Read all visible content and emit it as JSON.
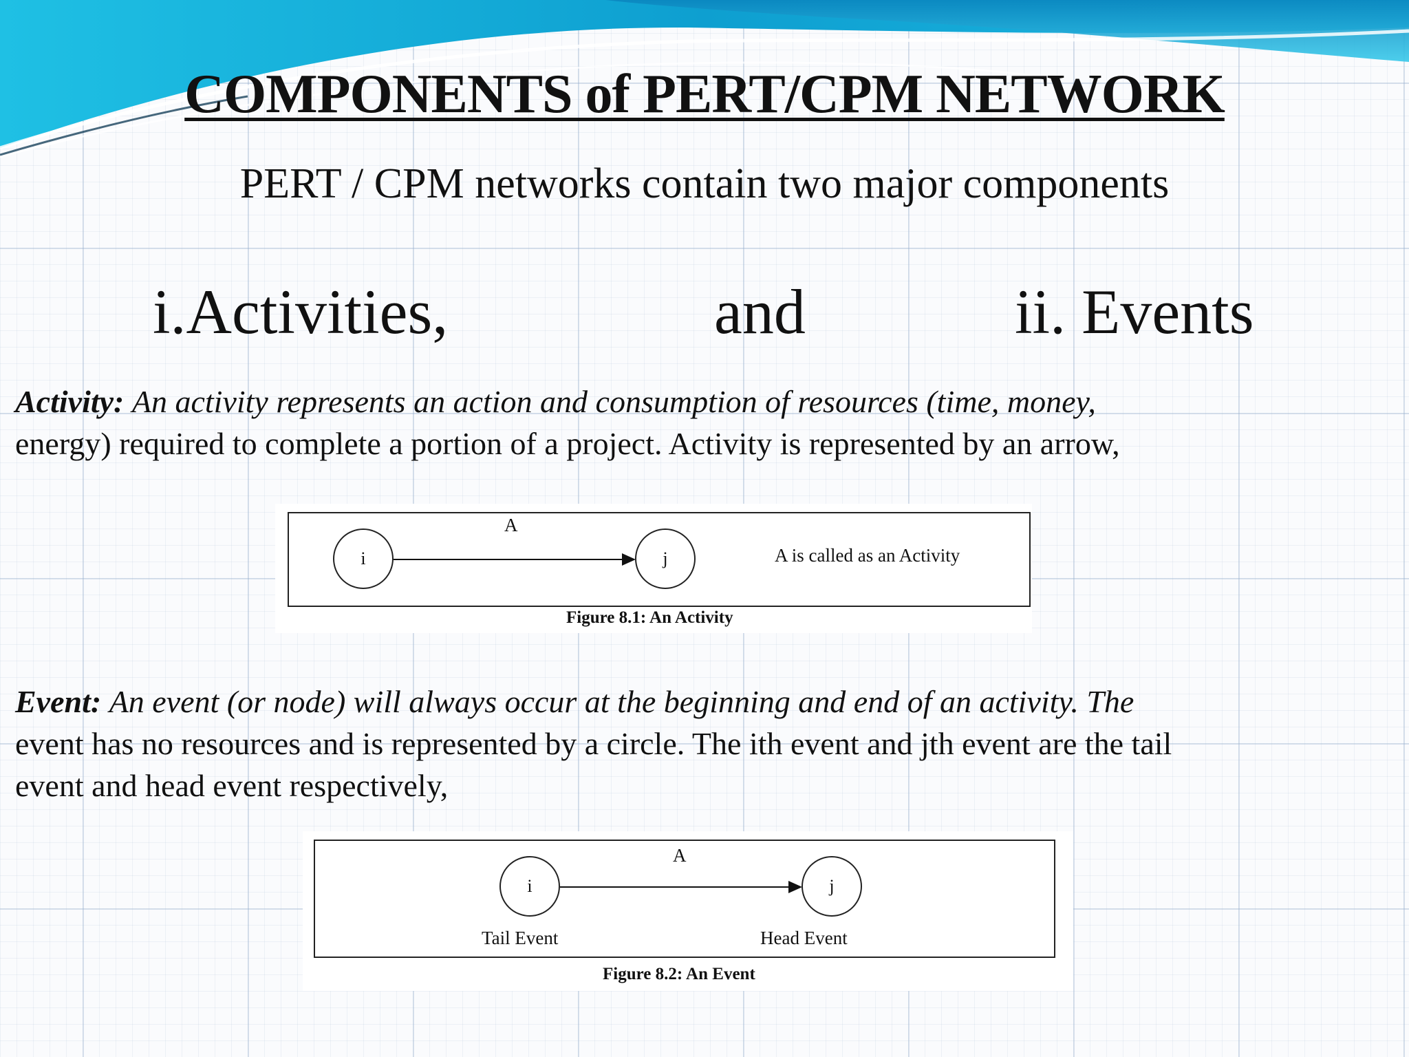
{
  "title": "COMPONENTS  of PERT/CPM NETWORK",
  "subtitle": "PERT / CPM networks contain two major components",
  "components": {
    "first": "i.Activities,",
    "connector": "and",
    "second": "ii. Events"
  },
  "activity": {
    "term": "Activity:",
    "italic_text": "An activity represents an action and  consumption  of  resources (time, money,",
    "plain_text": "energy) required to complete a portion of a  project. Activity is represented by an arrow,"
  },
  "figure1": {
    "activity_label": "A",
    "tail_node": "i",
    "head_node": "j",
    "note": "A is called as an Activity",
    "caption": "Figure 8.1: An Activity"
  },
  "event": {
    "term": "Event:",
    "italic_text": "An event (or node) will always occur at the beginning and end of an  activity. The",
    "plain_text_line1": "event has no resources and is represented by a circle. The ith event and jth event are the tail",
    "plain_text_line2": "event and head event respectively,"
  },
  "figure2": {
    "activity_label": "A",
    "tail_node": "i",
    "head_node": "j",
    "tail_label": "Tail Event",
    "head_label": "Head Event",
    "caption": "Figure 8.2: An Event"
  },
  "colors": {
    "banner_dark": "#0b8fc6",
    "banner_light": "#22c3e6",
    "text": "#111111"
  }
}
